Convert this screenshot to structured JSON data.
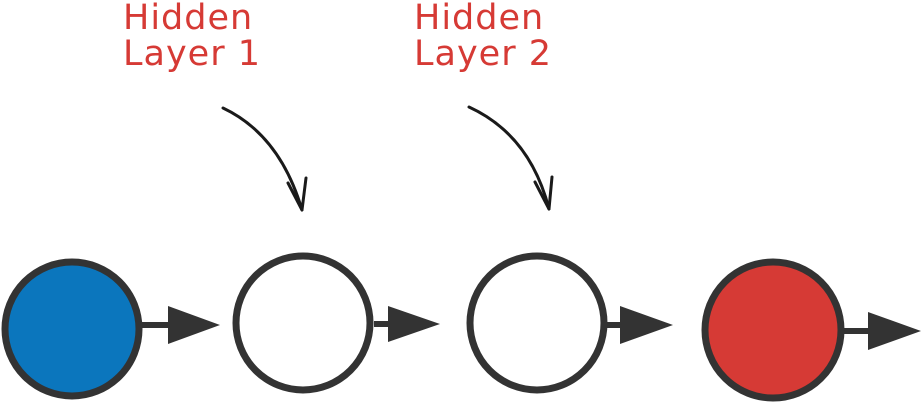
{
  "labels": [
    {
      "line1": "Hidden",
      "line2": "Layer 1"
    },
    {
      "line1": "Hidden",
      "line2": "Layer 2"
    }
  ],
  "nodes": [
    {
      "role": "input",
      "fill": "#0b76bd"
    },
    {
      "role": "hidden",
      "fill": "#ffffff"
    },
    {
      "role": "hidden",
      "fill": "#ffffff"
    },
    {
      "role": "output",
      "fill": "#d63a35"
    }
  ],
  "colors": {
    "stroke": "#333333",
    "label": "#d63a35"
  }
}
